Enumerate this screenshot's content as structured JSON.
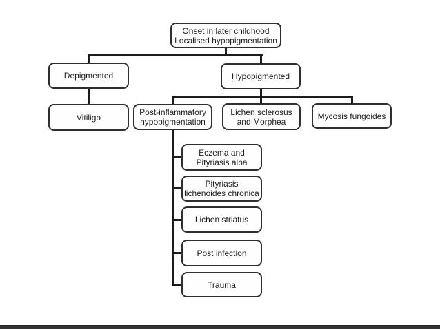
{
  "figure": {
    "description": "Flowchart: onset in later childhood, localised hypopigmentation",
    "root": {
      "label": "Onset in later childhood\nLocalised hypopigmentation",
      "children": [
        {
          "label": "Depigmented",
          "children": [
            {
              "label": "Vitiligo"
            }
          ]
        },
        {
          "label": "Hypopigmented",
          "children": [
            {
              "label": "Post-inflammatory\nhypopigmentation",
              "children": [
                {
                  "label": "Eczema and\nPityriasis alba"
                },
                {
                  "label": "Pityriasis\nlichenoides chronica"
                },
                {
                  "label": "Lichen striatus"
                },
                {
                  "label": "Post infection"
                },
                {
                  "label": "Trauma"
                }
              ]
            },
            {
              "label": "Lichen sclerosus\nand Morphea"
            },
            {
              "label": "Mycosis fungoides"
            }
          ]
        }
      ]
    },
    "style": {
      "background": "#ffffff",
      "box_border_color": "#2f2f2f",
      "box_fill_color": "#fefefe",
      "text_color": "#1d1d1d",
      "connector_color": "#1c1c1c",
      "bottom_scan_bar_color": "#333333"
    }
  }
}
